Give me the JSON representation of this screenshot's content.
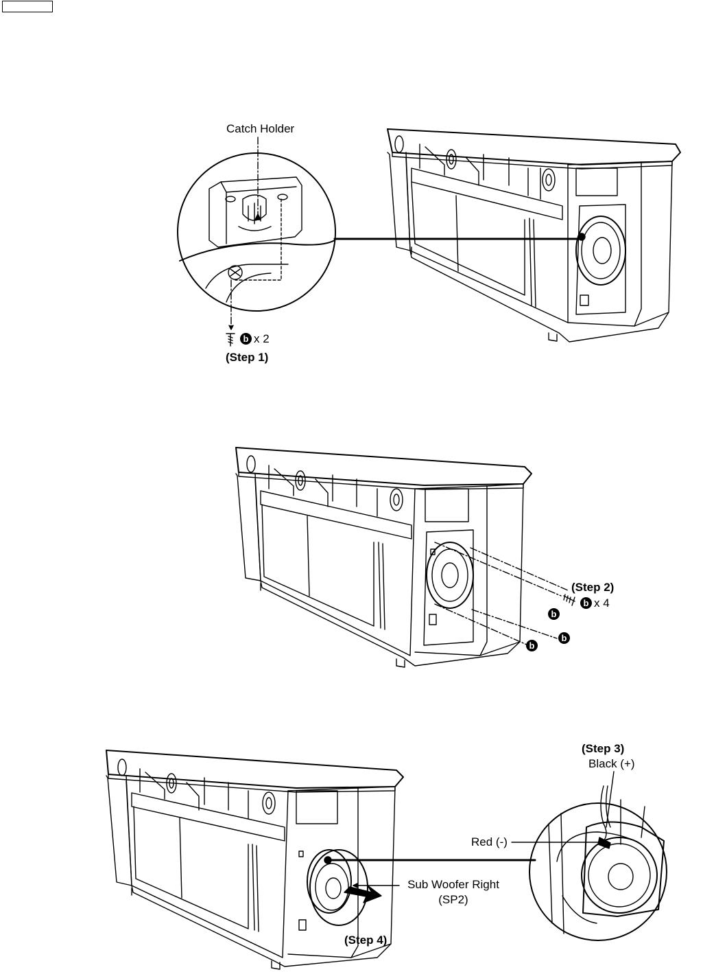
{
  "figure1": {
    "callout_label": "Catch Holder",
    "quantity": "x 2",
    "step_label": "(Step 1)",
    "screw_badge": "b"
  },
  "figure2": {
    "step_label": "(Step 2)",
    "quantity": "x 4",
    "screw_badge": "b"
  },
  "figure3": {
    "step3_label": "(Step 3)",
    "black_wire_label": "Black (+)",
    "red_wire_label": "Red (-)",
    "part_name": "Sub Woofer Right",
    "part_code": "(SP2)",
    "step4_label": "(Step 4)"
  }
}
